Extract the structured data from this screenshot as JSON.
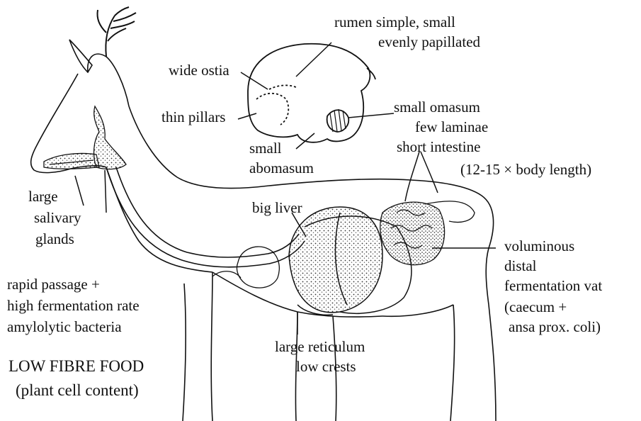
{
  "labels": {
    "rumen_line1": "rumen simple, small",
    "rumen_line2": "evenly papillated",
    "wide_ostia": "wide ostia",
    "thin_pillars": "thin pillars",
    "small_abomasum_1": "small",
    "small_abomasum_2": "abomasum",
    "small_omasum": "small omasum",
    "few_laminae": "few laminae",
    "short_intestine": "short intestine",
    "body_length": "(12-15 × body length)",
    "large_salivary_1": "large",
    "large_salivary_2": "salivary",
    "large_salivary_3": "glands",
    "big_liver": "big liver",
    "voluminous_1": "voluminous",
    "voluminous_2": "distal",
    "voluminous_3": "fermentation vat",
    "voluminous_4": "(caecum +",
    "voluminous_5": "ansa prox. coli)",
    "rapid_1": "rapid passage +",
    "rapid_2": "high fermentation rate",
    "rapid_3": "amylolytic bacteria",
    "large_reticulum_1": "large reticulum",
    "large_reticulum_2": "low crests",
    "food_1": "LOW FIBRE FOOD",
    "food_2": "(plant cell content)"
  },
  "colors": {
    "ink": "#111111",
    "background": "#ffffff"
  }
}
